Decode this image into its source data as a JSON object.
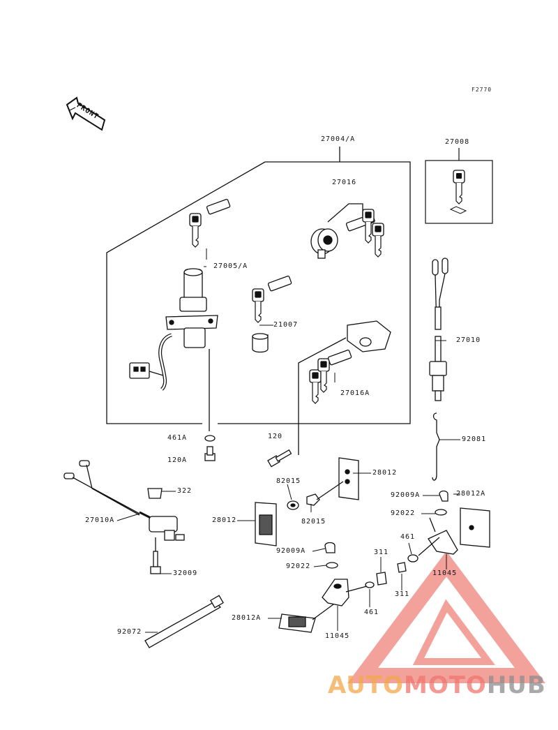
{
  "figure_code": "F2770",
  "front_label": "FRONT",
  "watermark": {
    "part1": "AUTO",
    "part2": "MOTO",
    "part3": "HUB"
  },
  "parts": {
    "p27004A": "27004/A",
    "p27008": "27008",
    "p27016": "27016",
    "p27005A": "27005/A",
    "p21007": "21007",
    "p27016A": "27016A",
    "p27010": "27010",
    "p461A": "461A",
    "p120A": "120A",
    "p120": "120",
    "p92081": "92081",
    "p322": "322",
    "p28012_top": "28012",
    "p82015_top": "82015",
    "p82015_bottom": "82015",
    "p28012_left": "28012",
    "p92009A_right": "92009A",
    "p28012A_right": "28012A",
    "p92022_right": "92022",
    "p27010A": "27010A",
    "p461_right": "461",
    "p92009A_mid": "92009A",
    "p311_top": "311",
    "p11045_right": "11045",
    "p92022_mid": "92022",
    "p311_bottom": "311",
    "p32009": "32009",
    "p461_bottom": "461",
    "p28012A_bottom": "28012A",
    "p92072": "92072",
    "p11045_bottom": "11045"
  }
}
